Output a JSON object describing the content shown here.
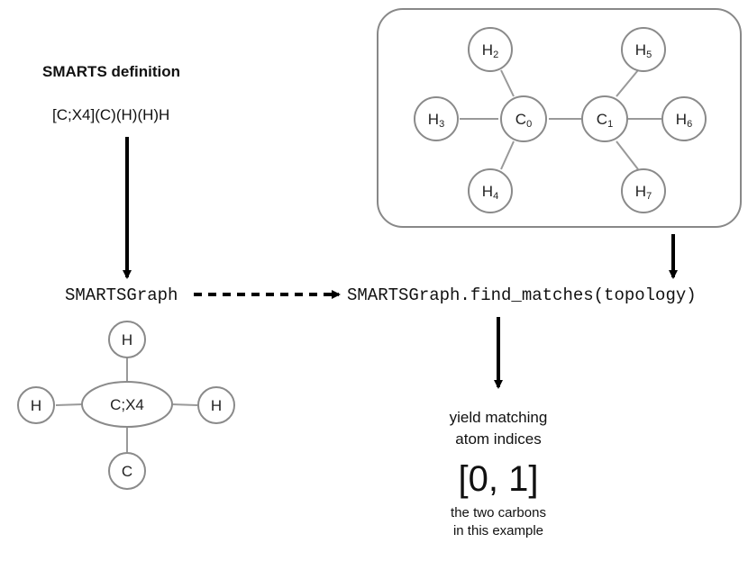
{
  "heading": "SMARTS definition",
  "smarts_string": "[C;X4](C)(H)(H)H",
  "smarts_graph_label": "SMARTSGraph",
  "find_matches_label": "SMARTSGraph.find_matches(topology)",
  "yield_line1": "yield matching",
  "yield_line2": "atom indices",
  "result": "[0, 1]",
  "result_note_line1": "the two carbons",
  "result_note_line2": "in this example",
  "smarts_nodes": {
    "center": "C;X4",
    "top": "H",
    "left": "H",
    "right": "H",
    "bottom": "C"
  },
  "topology_nodes": [
    {
      "id": "C0",
      "element": "C",
      "index": "0"
    },
    {
      "id": "C1",
      "element": "C",
      "index": "1"
    },
    {
      "id": "H2",
      "element": "H",
      "index": "2"
    },
    {
      "id": "H3",
      "element": "H",
      "index": "3"
    },
    {
      "id": "H4",
      "element": "H",
      "index": "4"
    },
    {
      "id": "H5",
      "element": "H",
      "index": "5"
    },
    {
      "id": "H6",
      "element": "H",
      "index": "6"
    },
    {
      "id": "H7",
      "element": "H",
      "index": "7"
    }
  ],
  "colors": {
    "node_stroke": "#8a8a8a",
    "edge": "#999999",
    "arrow": "#000000",
    "box_stroke": "#888888"
  }
}
